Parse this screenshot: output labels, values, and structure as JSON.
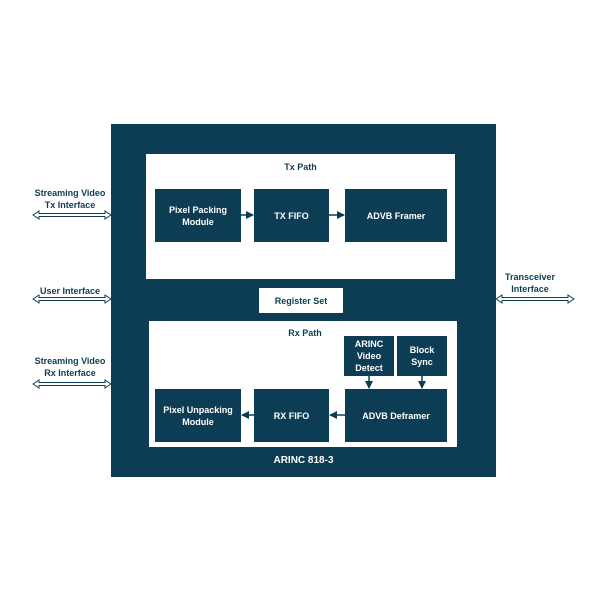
{
  "core": {
    "title": "ARINC 818-3"
  },
  "tx": {
    "title": "Tx Path",
    "blocks": {
      "pixel_packing": "Pixel Packing\nModule",
      "tx_fifo": "TX FIFO",
      "framer": "ADVB Framer"
    }
  },
  "register_set": "Register Set",
  "rx": {
    "title": "Rx Path",
    "blocks": {
      "pixel_unpacking": "Pixel Unpacking\nModule",
      "rx_fifo": "RX FIFO",
      "deframer": "ADVB Deframer",
      "video_detect": "ARINC\nVideo\nDetect",
      "block_sync": "Block\nSync"
    }
  },
  "interfaces": {
    "tx_video": "Streaming Video\nTx Interface",
    "user": "User Interface",
    "rx_video": "Streaming Video\nRx Interface",
    "transceiver": "Transceiver\nInterface"
  },
  "colors": {
    "primary": "#0c3d55",
    "background": "#ffffff"
  }
}
